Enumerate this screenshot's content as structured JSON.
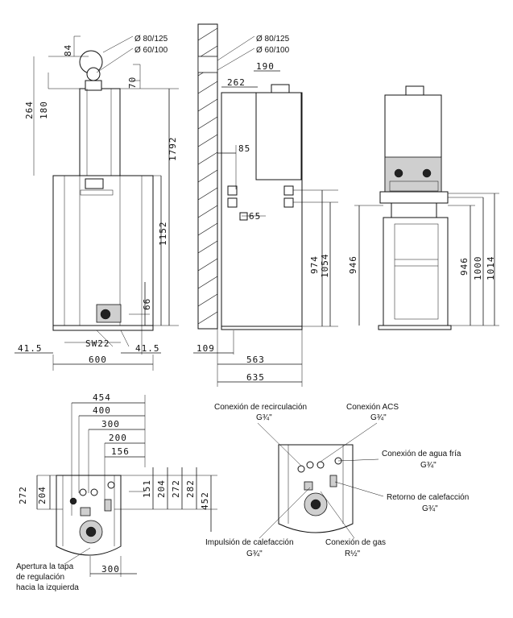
{
  "front": {
    "flue_80": "Ø 80/125",
    "flue_60": "Ø 60/100",
    "dim_84": "84",
    "dim_70": "70",
    "dim_264": "264",
    "dim_180": "180",
    "dim_1792": "1792",
    "dim_1152": "1152",
    "dim_66": "66",
    "sw22": "SW22",
    "dim_41_5_left": "41.5",
    "dim_41_5_right": "41.5",
    "dim_600": "600"
  },
  "side": {
    "flue_80": "Ø 80/125",
    "flue_60": "Ø 60/100",
    "dim_190": "190",
    "dim_262": "262",
    "dim_85": "85",
    "dim_65": "65",
    "dim_974": "974",
    "dim_1054": "1054",
    "dim_109": "109",
    "dim_563": "563",
    "dim_635": "635"
  },
  "rear": {
    "dim_946_left": "946",
    "dim_946_right": "946",
    "dim_1000": "1000",
    "dim_1014": "1014"
  },
  "plan": {
    "dim_454": "454",
    "dim_400": "400",
    "dim_300_top": "300",
    "dim_200": "200",
    "dim_156": "156",
    "dim_272_left": "272",
    "dim_204_left": "204",
    "dim_151": "151",
    "dim_204_right": "204",
    "dim_272_right": "272",
    "dim_282": "282",
    "dim_452": "452",
    "dim_300_bottom": "300",
    "note_1": "Apertura la tapa",
    "note_2": "de regulación",
    "note_3": "hacia la izquierda"
  },
  "connections": {
    "recirculacion": "Conexión de recirculación",
    "recirculacion_spec": "G¾\"",
    "acs": "Conexión ACS",
    "acs_spec": "G¾\"",
    "agua_fria": "Conexión de agua fría",
    "agua_fria_spec": "G¾\"",
    "retorno": "Retorno de calefacción",
    "retorno_spec": "G¾\"",
    "impulsion": "Impulsión de calefacción",
    "impulsion_spec": "G¾\"",
    "gas": "Conexión de gas",
    "gas_spec": "R½\""
  }
}
